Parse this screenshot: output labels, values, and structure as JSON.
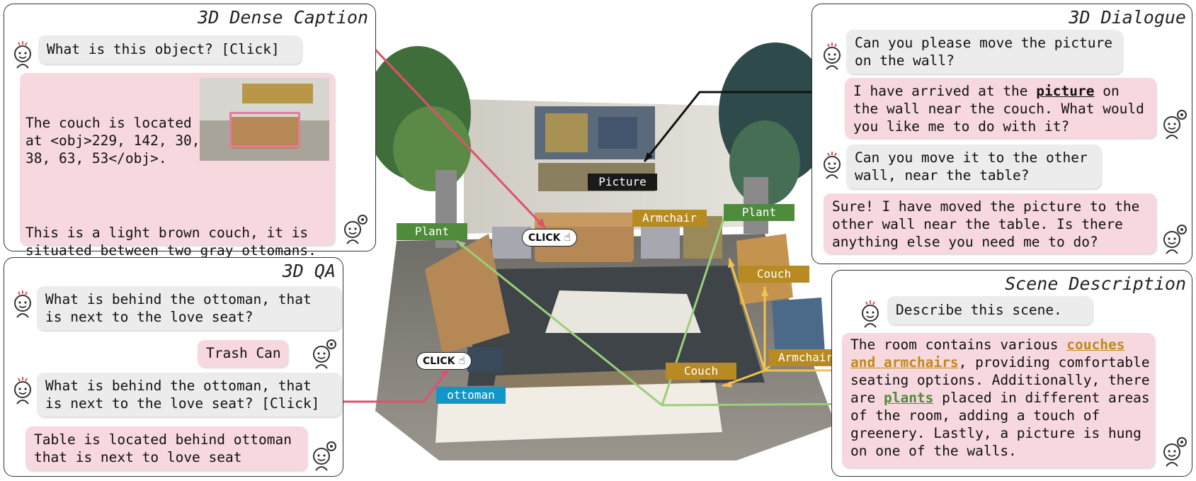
{
  "dense_caption": {
    "title": "3D Dense Caption",
    "question": "What is this object? [Click]",
    "answer_loc": "The couch is located\nat <obj>229, 142, 30,\n38, 63, 53</obj>.",
    "answer_desc": "This is a light brown couch, it is\nsituated between two gray ottomans.\nIt is under a big painting. The\npainting is gray, yellow and brown."
  },
  "qa": {
    "title": "3D QA",
    "q1": "What is behind the ottoman, that\nis next to the love seat?",
    "a1": "Trash Can",
    "q2": "What is behind the ottoman, that\nis next to the love seat? [Click]",
    "a2": "Table is located behind ottoman\nthat is next to love seat"
  },
  "dialogue": {
    "title": "3D Dialogue",
    "q1": "Can you please move the picture\non the wall?",
    "a1_pre": "I have arrived at the ",
    "a1_hl": "picture",
    "a1_post": " on\nthe wall near the couch. What would\nyou like me to do with it?",
    "q2": "Can you move it to the other\nwall, near the table?",
    "a2": "Sure! I have moved the picture to the\nother wall near the table. Is there\nanything else you need me to do?"
  },
  "scene_desc": {
    "title": "Scene Description",
    "q": "Describe this scene.",
    "a_1": "The room contains various ",
    "a_hl1": "couches\nand armchairs",
    "a_2": ", providing comfortable\nseating options. Additionally, there\nare ",
    "a_hl2": "plants",
    "a_3": " placed in different areas\nof the room, adding a touch of\ngreenery. Lastly, a picture is hung\non one of the walls."
  },
  "scene_labels": {
    "picture": "Picture",
    "armchair_top": "Armchair",
    "plant_left": "Plant",
    "plant_right": "Plant",
    "couch_right": "Couch",
    "armchair_right": "Armchair",
    "couch_front": "Couch",
    "ottoman": "ottoman",
    "click": "CLICK"
  },
  "colors": {
    "pink_line": "#e0506e",
    "green_line": "#9ccf7a",
    "gold_line": "#f2c24e",
    "black_line": "#111111"
  }
}
